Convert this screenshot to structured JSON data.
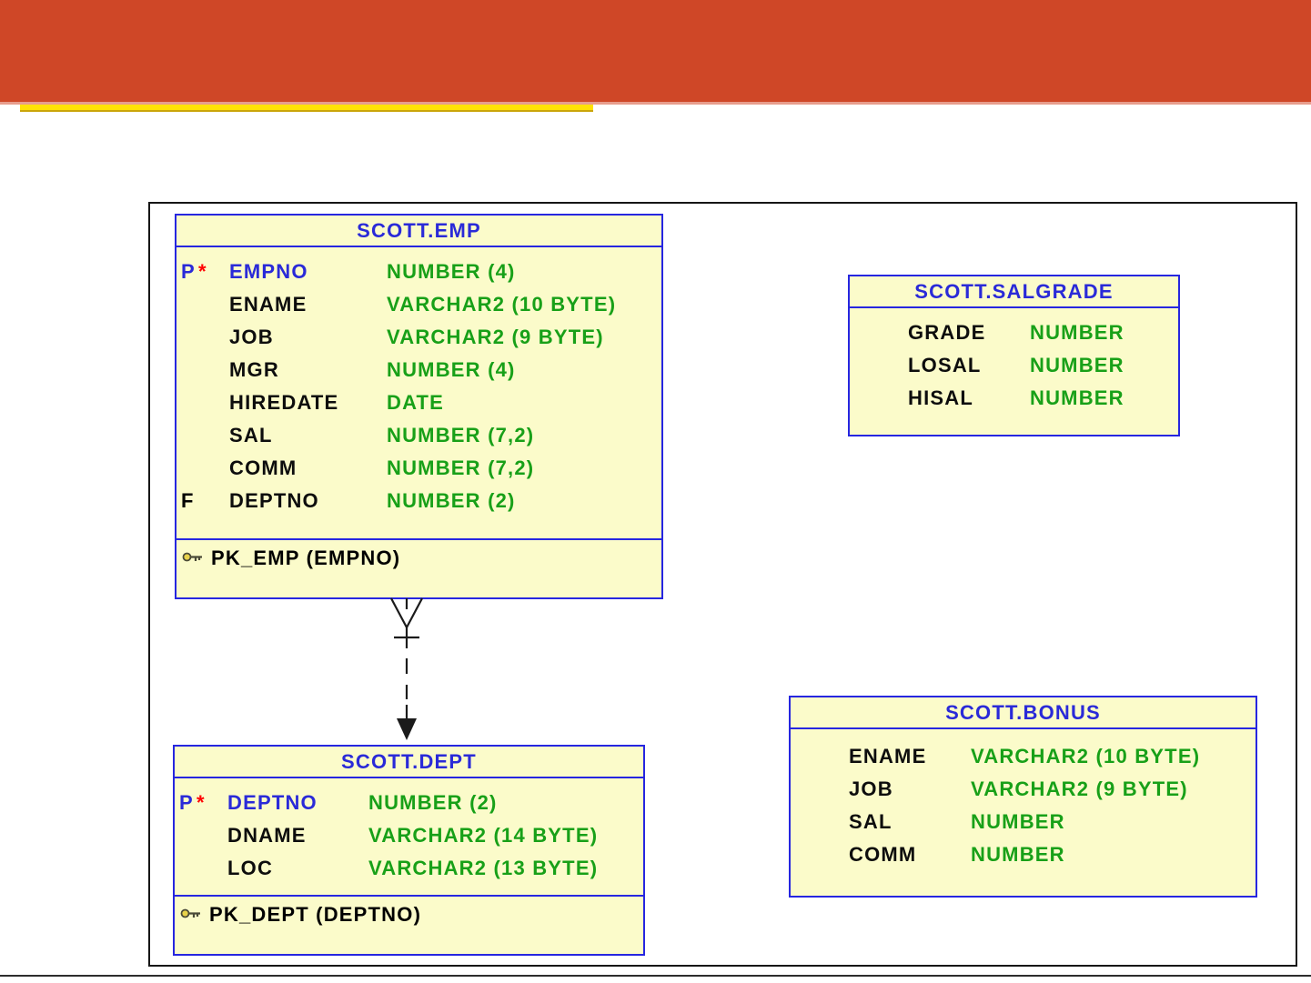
{
  "slide": {
    "title_bar_color": "#cf4727",
    "accent_color": "#ffe205",
    "edge_color": "#e79d8d"
  },
  "diagram": {
    "style": {
      "entity_fill": "#fbfbca",
      "entity_border": "#2626e0",
      "title_color": "#2a2ad8",
      "type_color": "#18a018",
      "mandatory_star_color": "#ff0000",
      "canvas_border": "#161616"
    },
    "tables": [
      {
        "title": "SCOTT.EMP",
        "columns": [
          {
            "flag": "P",
            "star": "*",
            "name": "EMPNO",
            "type": "NUMBER (4)"
          },
          {
            "flag": "",
            "star": "",
            "name": "ENAME",
            "type": "VARCHAR2 (10 BYTE)"
          },
          {
            "flag": "",
            "star": "",
            "name": "JOB",
            "type": "VARCHAR2 (9 BYTE)"
          },
          {
            "flag": "",
            "star": "",
            "name": "MGR",
            "type": "NUMBER (4)"
          },
          {
            "flag": "",
            "star": "",
            "name": "HIREDATE",
            "type": "DATE"
          },
          {
            "flag": "",
            "star": "",
            "name": "SAL",
            "type": "NUMBER (7,2)"
          },
          {
            "flag": "",
            "star": "",
            "name": "COMM",
            "type": "NUMBER (7,2)"
          },
          {
            "flag": "F",
            "star": "",
            "name": "DEPTNO",
            "type": "NUMBER (2)"
          }
        ],
        "keys": [
          {
            "icon": "key-icon",
            "label": "PK_EMP (EMPNO)"
          }
        ]
      },
      {
        "title": "SCOTT.SALGRADE",
        "columns": [
          {
            "name": "GRADE",
            "type": "NUMBER"
          },
          {
            "name": "LOSAL",
            "type": "NUMBER"
          },
          {
            "name": "HISAL",
            "type": "NUMBER"
          }
        ],
        "keys": []
      },
      {
        "title": "SCOTT.DEPT",
        "columns": [
          {
            "flag": "P",
            "star": "*",
            "name": "DEPTNO",
            "type": "NUMBER (2)"
          },
          {
            "flag": "",
            "star": "",
            "name": "DNAME",
            "type": "VARCHAR2 (14 BYTE)"
          },
          {
            "flag": "",
            "star": "",
            "name": "LOC",
            "type": "VARCHAR2 (13 BYTE)"
          }
        ],
        "keys": [
          {
            "icon": "key-icon",
            "label": "PK_DEPT (DEPTNO)"
          }
        ]
      },
      {
        "title": "SCOTT.BONUS",
        "columns": [
          {
            "name": "ENAME",
            "type": "VARCHAR2 (10 BYTE)"
          },
          {
            "name": "JOB",
            "type": "VARCHAR2 (9 BYTE)"
          },
          {
            "name": "SAL",
            "type": "NUMBER"
          },
          {
            "name": "COMM",
            "type": "NUMBER"
          }
        ],
        "keys": []
      }
    ],
    "relationship": {
      "from": "SCOTT.EMP",
      "to": "SCOTT.DEPT",
      "line_style": "dashed",
      "source_end": "crow-foot-mandatory",
      "target_end": "arrow"
    }
  }
}
